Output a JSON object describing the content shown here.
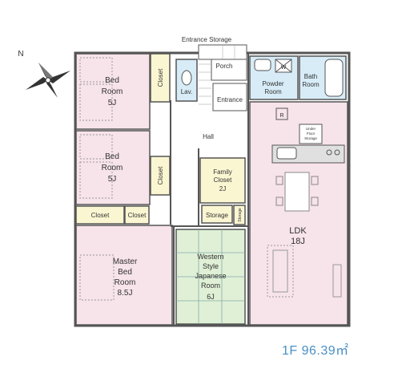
{
  "title": "1F 96.39㎡",
  "compass": "N",
  "colors": {
    "bedroom": "#f7e3ea",
    "ldk": "#f7e3ea",
    "japanese": "#dff0d6",
    "closet": "#fbf6d2",
    "wet": "#d7ecf7",
    "wall": "#555555",
    "area_text": "#4a8fc4"
  },
  "rooms": {
    "bed1": {
      "name": "Bed",
      "name2": "Room",
      "size": "5J"
    },
    "bed2": {
      "name": "Bed",
      "name2": "Room",
      "size": "5J"
    },
    "master": {
      "line1": "Master",
      "line2": "Bed",
      "line3": "Room",
      "size": "8.5J"
    },
    "japanese": {
      "line1": "Western",
      "line2": "Style",
      "line3": "Japanese",
      "line4": "Room",
      "size": "6J"
    },
    "ldk": {
      "name": "LDK",
      "size": "18J"
    },
    "family_closet": {
      "line1": "Family",
      "line2": "Closet",
      "size": "2J"
    },
    "hall": "Hall",
    "porch": "Porch",
    "entrance": "Entrance",
    "entrance_storage": "Entrance Storage",
    "lav": "Lav.",
    "powder": {
      "line1": "Powder",
      "line2": "Room"
    },
    "bath": {
      "line1": "Bath",
      "line2": "Room"
    },
    "under_floor": {
      "line1": "Under",
      "line2": "Floor",
      "line3": "Storage"
    },
    "closet": "Closet",
    "storage": "Storage",
    "refrigerator": "R",
    "washer": "W"
  }
}
